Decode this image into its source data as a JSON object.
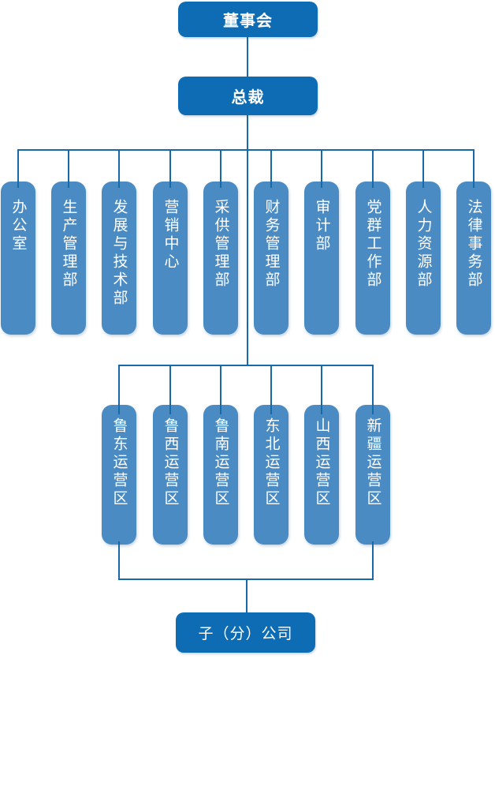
{
  "colors": {
    "primary": "#0E6CB5",
    "secondary": "#4A8BC4",
    "line": "#1769A9",
    "text": "#FFFFFF",
    "background": "#FFFFFF"
  },
  "nodes": {
    "board": "董事会",
    "president": "总裁",
    "subsidiary": "子（分）公司"
  },
  "departments": [
    "办公室",
    "生产管理部",
    "发展与技术部",
    "营销中心",
    "采供管理部",
    "财务管理部",
    "审计部",
    "党群工作部",
    "人力资源部",
    "法律事务部"
  ],
  "regions": [
    "鲁东运营区",
    "鲁西运营区",
    "鲁南运营区",
    "东北运营区",
    "山西运营区",
    "新疆运营区"
  ]
}
